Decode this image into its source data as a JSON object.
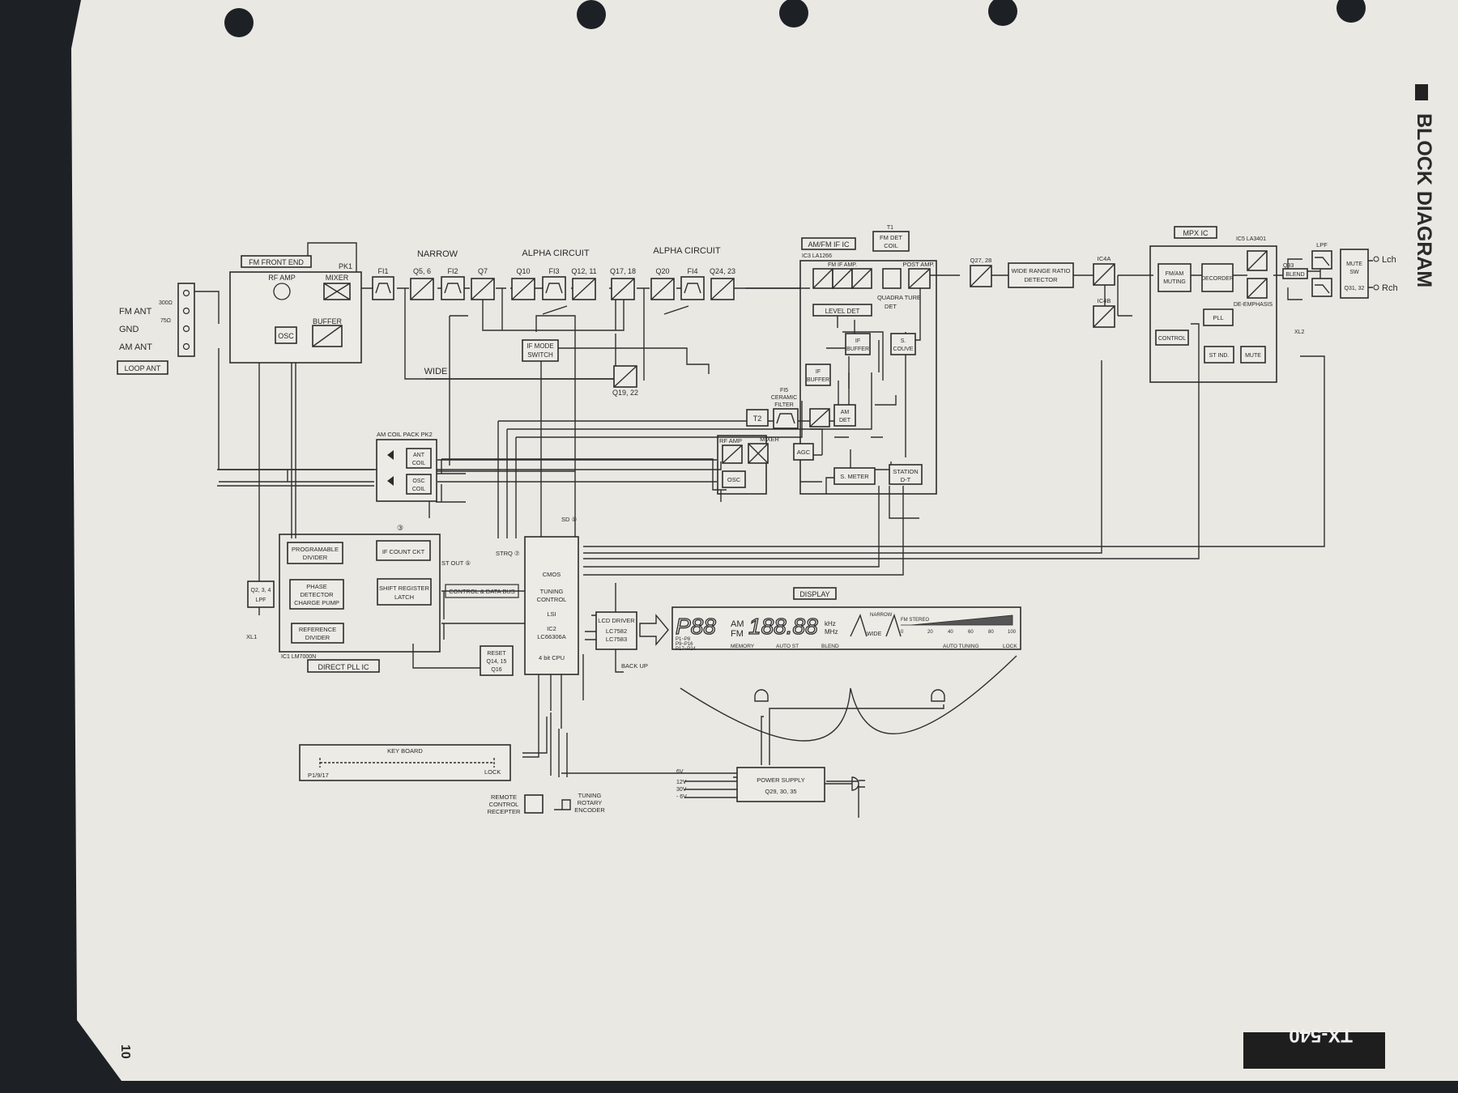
{
  "page": {
    "title": "BLOCK DIAGRAM",
    "model": "TX-540",
    "page_number": "10"
  },
  "colors": {
    "paper": "#e9e8e3",
    "ink": "#2a2a2a",
    "background": "#1d2126",
    "model_tab": "#1e1e1e"
  },
  "antenna": {
    "fm_ant": "FM ANT",
    "gnd": "GND",
    "am_ant": "AM ANT",
    "loop_ant": "LOOP ANT",
    "r300": "300Ω",
    "r75": "75Ω"
  },
  "fm_front_end": {
    "title": "FM FRONT END",
    "pk1": "PK1",
    "rf_amp": "RF AMP",
    "mixer": "MIXER",
    "osc": "OSC",
    "buffer": "BUFFER"
  },
  "if_chain": {
    "fi1": "FI1",
    "narrow": "NARROW",
    "q56": "Q5, 6",
    "fi2": "FI2",
    "q7": "Q7",
    "alpha1": "ALPHA CIRCUIT",
    "q10": "Q10",
    "fi3": "FI3",
    "q1211": "Q12, 11",
    "q1718": "Q17, 18",
    "alpha2": "ALPHA CIRCUIT",
    "q20": "Q20",
    "fi4": "FI4",
    "q2423": "Q24, 23",
    "wide": "WIDE",
    "if_mode_switch_1": "IF MODE",
    "if_mode_switch_2": "SWITCH",
    "q1922": "Q19, 22"
  },
  "amfm_if_ic": {
    "title": "AM/FM IF IC",
    "ic3": "IC3  LA1266",
    "fm_if_amp": "FM IF AMP.",
    "level_det": "LEVEL DET",
    "t1": "T1",
    "fm_det_coil_1": "FM DET",
    "fm_det_coil_2": "COIL",
    "post_amp": "POST AMP.",
    "quadrature_1": "QUADRA TURE",
    "quadrature_2": "DET",
    "if_buffer1_1": "IF",
    "if_buffer1_2": "BUFFER",
    "if_buffer2_1": "IF",
    "if_buffer2_2": "BUFFER",
    "s_couve_1": "S.",
    "s_couve_2": "COUVE",
    "fi5_1": "FI5",
    "fi5_2": "CERAMIC",
    "fi5_3": "FILTER",
    "t2": "T2",
    "am_det_1": "AM",
    "am_det_2": "DET",
    "rf_amp": "RF AMP",
    "mixer": "MIXER",
    "agc": "AGC",
    "osc": "OSC",
    "s_meter": "S. METER",
    "station_dt_1": "STATION",
    "station_dt_2": "D-T"
  },
  "am_coil_pack": {
    "title": "AM COIL PACK   PK2",
    "ant_coil_1": "ANT",
    "ant_coil_2": "COIL",
    "osc_coil_1": "OSC",
    "osc_coil_2": "COIL"
  },
  "detector": {
    "q2728": "Q27, 28",
    "wrr_1": "WIDE RANGE RATIO",
    "wrr_2": "DETECTOR",
    "ic4a": "IC4A",
    "ic4b": "IC4B"
  },
  "mpx_ic": {
    "title": "MPX IC",
    "ic5": "IC5  LA3401",
    "fmam_muting_1": "FM/AM",
    "fmam_muting_2": "MUTING",
    "decorder": "DECORDER",
    "de_emphasis": "DE-EMPHASIS",
    "pll": "PLL",
    "control": "CONTROL",
    "st_ind": "ST IND.",
    "mute": "MUTE",
    "xl2": "XL2",
    "q33": "Q33",
    "blend": "BLEND",
    "lpf": "LPF",
    "mute_sw_1": "MUTE",
    "mute_sw_2": "SW",
    "q3132": "Q31, 32",
    "lch": "Lch",
    "rch": "Rch"
  },
  "pll_ic": {
    "title": "DIRECT PLL IC",
    "ic1": "IC1  LM7000N",
    "prog_div_1": "PROGRAMABLE",
    "prog_div_2": "DIVIDER",
    "phase_1": "PHASE",
    "phase_2": "DETECTOR",
    "phase_3": "CHARGE PUMP",
    "ref_div_1": "REFERENCE",
    "ref_div_2": "DIVIDER",
    "if_count": "IF COUNT CKT",
    "shift_1": "SHIFT REGISTER",
    "shift_2": "LATCH",
    "lpf_1": "Q2, 3, 4",
    "lpf_2": "LPF",
    "xl1": "XL1",
    "st_out": "ST OUT ⑤",
    "strq": "STRQ ⑦",
    "sd": "SD ①",
    "n3": "③",
    "ctrl_bus": "CONTROL & DATA BUS"
  },
  "cpu": {
    "l1": "CMOS",
    "l2": "TUNING",
    "l3": "CONTROL",
    "l4": "LSI",
    "l5": "IC2",
    "l6": "LC66306A",
    "l7": "4 bit CPU",
    "reset_1": "RESET",
    "reset_2": "Q14, 15",
    "reset_3": "Q16",
    "back_up": "BACK UP"
  },
  "display": {
    "title": "DISPLAY",
    "lcd_driver_1": "LCD DRIVER",
    "lcd_driver_2": "LC7582",
    "lcd_driver_3": "LC7583",
    "seg_p": "P88",
    "am": "AM",
    "fm": "FM",
    "freq": "188.88",
    "khz": "kHz",
    "mhz": "MHz",
    "narrow": "NARROW",
    "wide": "WIDE",
    "fm_stereo": "FM STEREO",
    "p_groups_1": "P1~P8",
    "p_groups_2": "P9~P16",
    "p_groups_3": "P17~P24",
    "memory": "MEMORY",
    "auto_st": "AUTO ST",
    "blend": "BLEND",
    "auto_tuning": "AUTO TUNING",
    "lock": "LOCK",
    "scale_0": "0",
    "scale_20": "20",
    "scale_40": "40",
    "scale_60": "60",
    "scale_80": "80",
    "scale_100": "100"
  },
  "keyboard": {
    "title": "KEY BOARD",
    "p": "P1/9/17",
    "lock": "LOCK"
  },
  "remote": {
    "l1": "REMOTE",
    "l2": "CONTROL",
    "l3": "RECEPTER",
    "t1": "TUNING",
    "t2": "ROTARY",
    "t3": "ENCODER"
  },
  "power": {
    "l1": "POWER SUPPLY",
    "l2": "Q29, 30, 35",
    "v1": "6V",
    "v2": "12V",
    "v3": "30V",
    "v4": "- 6V"
  }
}
